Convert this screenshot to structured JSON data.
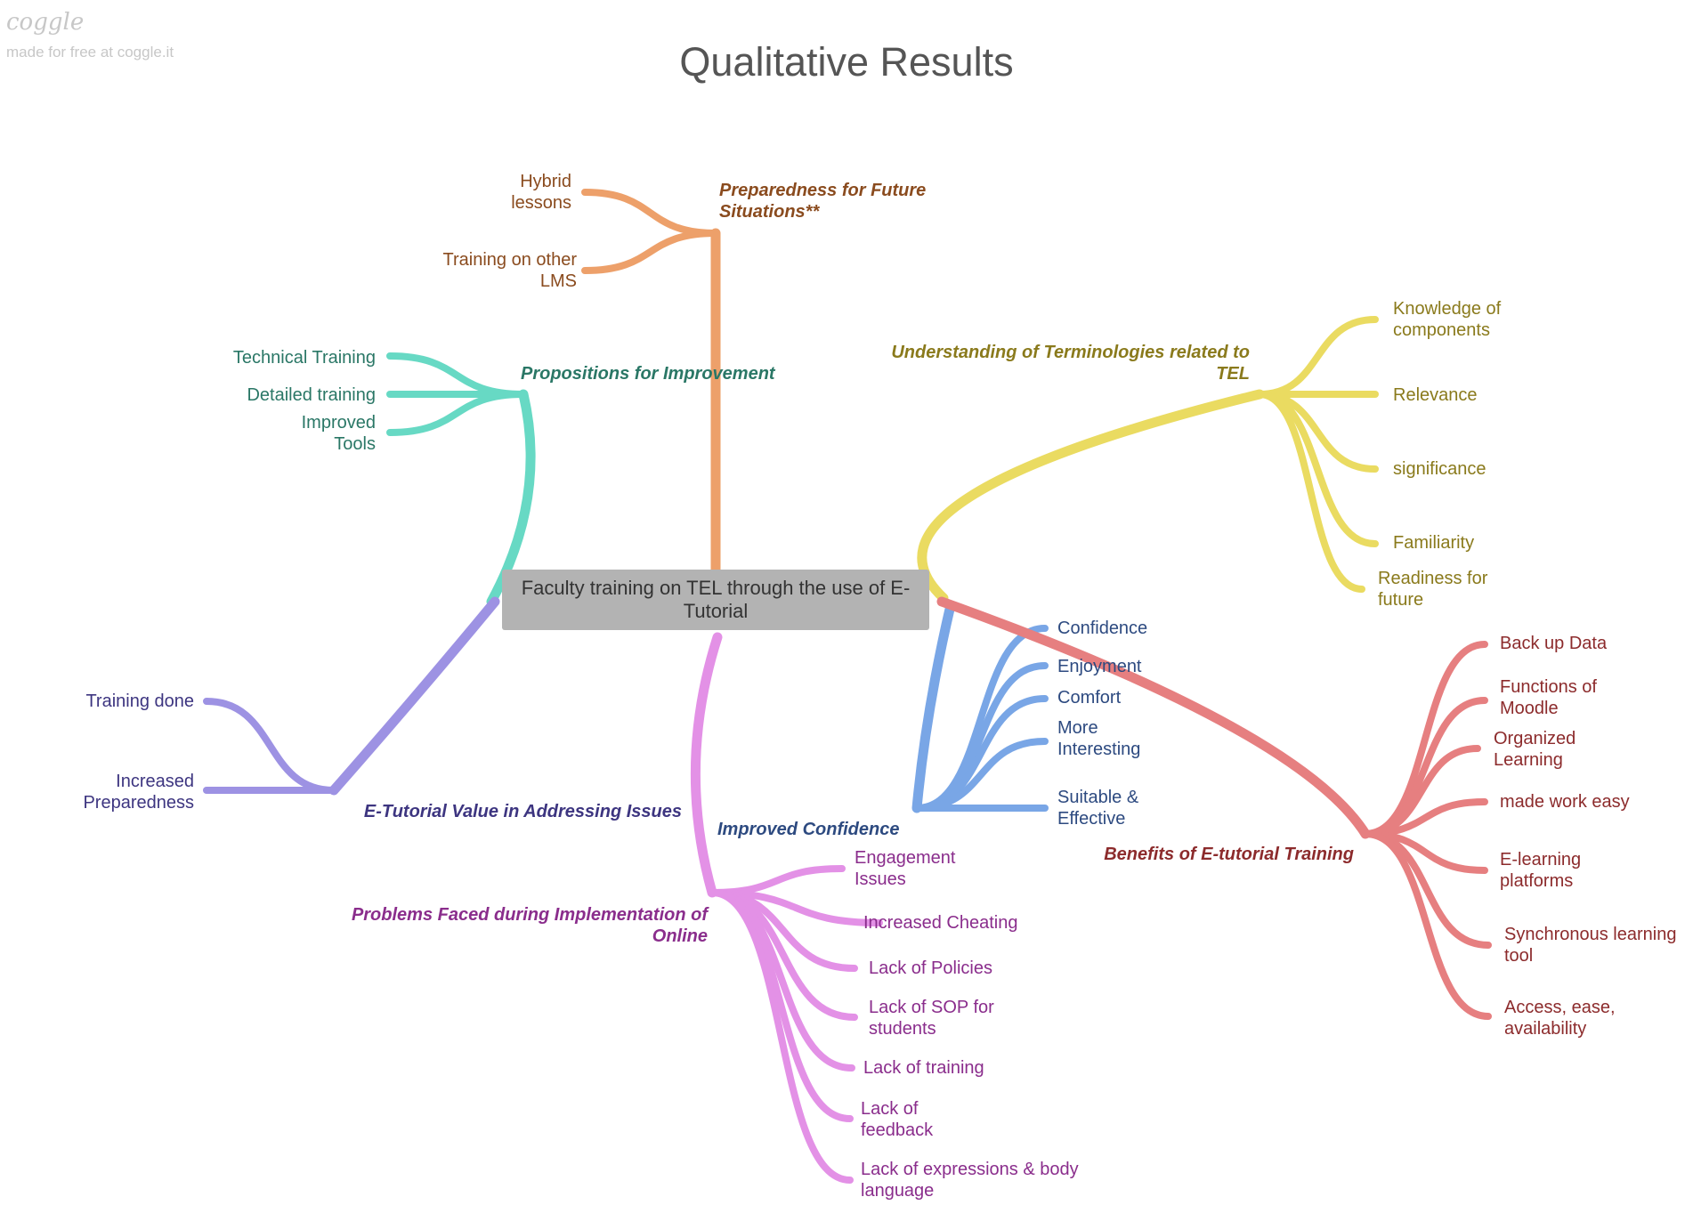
{
  "brand": {
    "logo": "coggle",
    "tagline": "made for free at coggle.it"
  },
  "title": "Qualitative Results",
  "root": {
    "label": "Faculty training on TEL through the use of E-\nTutorial"
  },
  "branches": [
    {
      "id": "preparedness",
      "color": "#eda06a",
      "text_color": "#8a4b1e",
      "label": "Preparedness for Future\nSituations**",
      "children": [
        "Hybrid\nlessons",
        "Training on other\nLMS"
      ]
    },
    {
      "id": "propositions",
      "color": "#67d9c4",
      "text_color": "#2a7766",
      "label": "Propositions for Improvement",
      "children": [
        "Technical Training",
        "Detailed training",
        "Improved\nTools"
      ]
    },
    {
      "id": "understanding",
      "color": "#eadb61",
      "text_color": "#8a7a1c",
      "label": "Understanding of Terminologies related to\nTEL",
      "children": [
        "Knowledge of\ncomponents",
        "Relevance",
        "significance",
        "Familiarity",
        "Readiness for\nfuture"
      ]
    },
    {
      "id": "etutorial-value",
      "color": "#9d92e3",
      "text_color": "#3d3580",
      "label": "E-Tutorial Value in Addressing Issues",
      "children": [
        "Training done",
        "Increased\nPreparedness"
      ]
    },
    {
      "id": "confidence",
      "color": "#79a6e6",
      "text_color": "#2d4a80",
      "label": "Improved Confidence",
      "children": [
        "Confidence",
        "Enjoyment",
        "Comfort",
        "More\nInteresting",
        "Suitable &\nEffective"
      ]
    },
    {
      "id": "benefits",
      "color": "#e67f80",
      "text_color": "#8c2b2c",
      "label": "Benefits of E-tutorial Training",
      "children": [
        "Back up Data",
        "Functions of\nMoodle",
        "Organized\nLearning",
        "made work easy",
        "E-learning\nplatforms",
        "Synchronous learning\ntool",
        "Access, ease,\navailability"
      ]
    },
    {
      "id": "problems",
      "color": "#e391e6",
      "text_color": "#8a2d8c",
      "label": "Problems Faced during Implementation of\nOnline",
      "children": [
        "Engagement\nIssues",
        "Increased Cheating",
        "Lack of Policies",
        "Lack of SOP for\nstudents",
        "Lack of training",
        "Lack of\nfeedback",
        "Lack of expressions & body\nlanguage"
      ]
    }
  ]
}
